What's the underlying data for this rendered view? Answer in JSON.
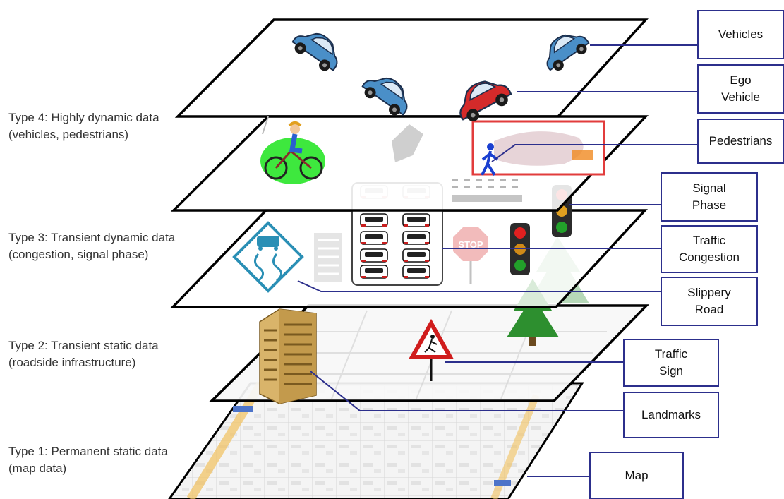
{
  "layers": [
    {
      "line1": "Type 4: Highly dynamic data",
      "line2": "(vehicles, pedestrians)"
    },
    {
      "line1": "Type 3: Transient dynamic data",
      "line2": "(congestion, signal phase)"
    },
    {
      "line1": "Type 2: Transient static data",
      "line2": "(roadside infrastructure)"
    },
    {
      "line1": "Type 1: Permanent static data",
      "line2": "(map data)"
    }
  ],
  "callouts": {
    "vehicles": {
      "line1": "Vehicles",
      "line2": ""
    },
    "ego_vehicle": {
      "line1": "Ego",
      "line2": "Vehicle"
    },
    "pedestrians": {
      "line1": "Pedestrians",
      "line2": ""
    },
    "signal_phase": {
      "line1": "Signal",
      "line2": "Phase"
    },
    "traffic_congestion": {
      "line1": "Traffic",
      "line2": "Congestion"
    },
    "slippery_road": {
      "line1": "Slippery",
      "line2": "Road"
    },
    "traffic_sign": {
      "line1": "Traffic",
      "line2": "Sign"
    },
    "landmarks": {
      "line1": "Landmarks",
      "line2": ""
    },
    "map": {
      "line1": "Map",
      "line2": ""
    }
  },
  "icons": {
    "stop_sign_text": "STOP"
  },
  "colors": {
    "callout_border": "#2c2f8c",
    "connector_line": "#2c2f8c",
    "layer_outline": "#000000",
    "ego_vehicle": "#d42a2a",
    "other_vehicles": "#4a8fc8",
    "pedestrian": "#1a3fd0",
    "cyclist_highlight": "#22dd22"
  }
}
